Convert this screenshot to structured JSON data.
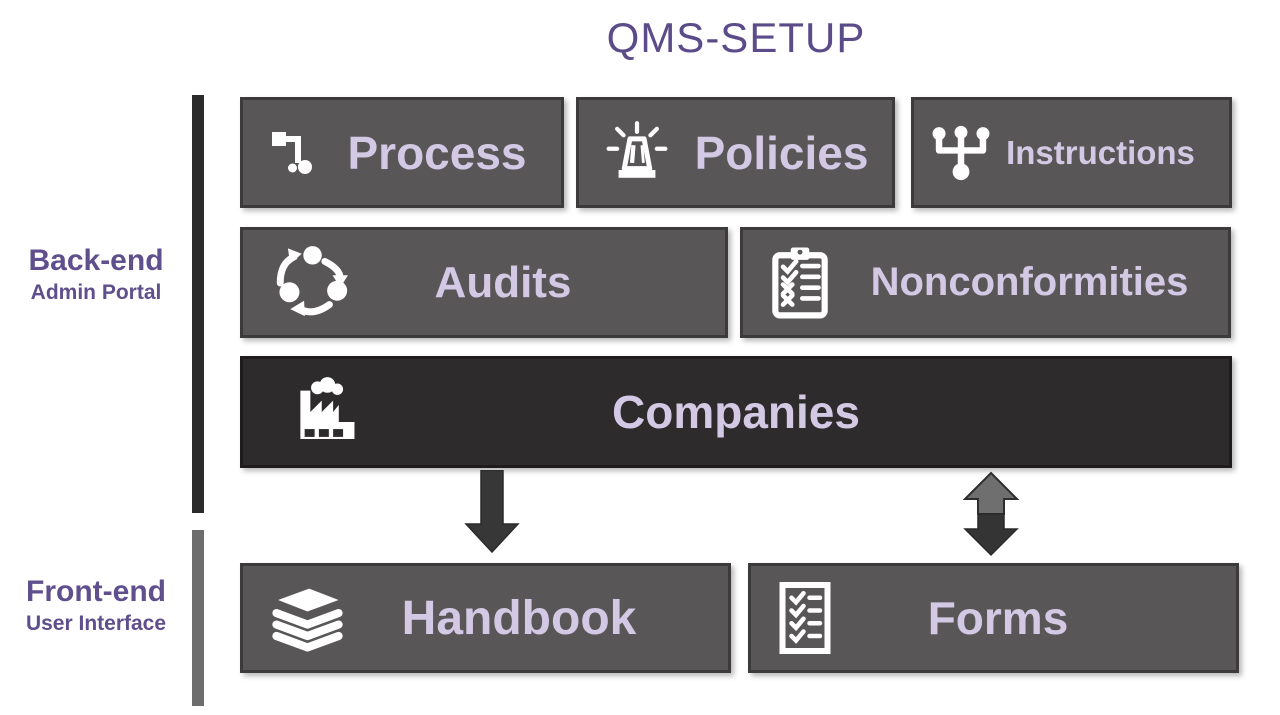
{
  "title": "QMS-SETUP",
  "side_sections": {
    "backend": {
      "title": "Back-end",
      "subtitle": "Admin Portal"
    },
    "frontend": {
      "title": "Front-end",
      "subtitle": "User Interface"
    }
  },
  "boxes": {
    "process": "Process",
    "policies": "Policies",
    "instructions": "Instructions",
    "audits": "Audits",
    "nonconformities": "Nonconformities",
    "companies": "Companies",
    "handbook": "Handbook",
    "forms": "Forms"
  },
  "icons": {
    "process": "flowchart-icon",
    "policies": "siren-icon",
    "instructions": "hierarchy-merge-icon",
    "audits": "cycle-arrows-icon",
    "nonconformities": "clipboard-checklist-icon",
    "companies": "factory-icon",
    "handbook": "books-stack-icon",
    "forms": "checklist-document-icon",
    "companies_to_handbook": "down-arrow",
    "companies_to_forms": "up-down-arrow"
  },
  "colors": {
    "accent_purple": "#5c4b89",
    "label_lavender": "#d3c9e4",
    "box_gray": "#595657",
    "dark_box": "#2e2b2d",
    "backend_bar": "#2b2b2b",
    "frontend_bar": "#6d6d6d",
    "arrow_dark": "#373737",
    "arrow_gray": "#6f6f6f",
    "icon_white": "#ffffff",
    "background": "#ffffff"
  }
}
